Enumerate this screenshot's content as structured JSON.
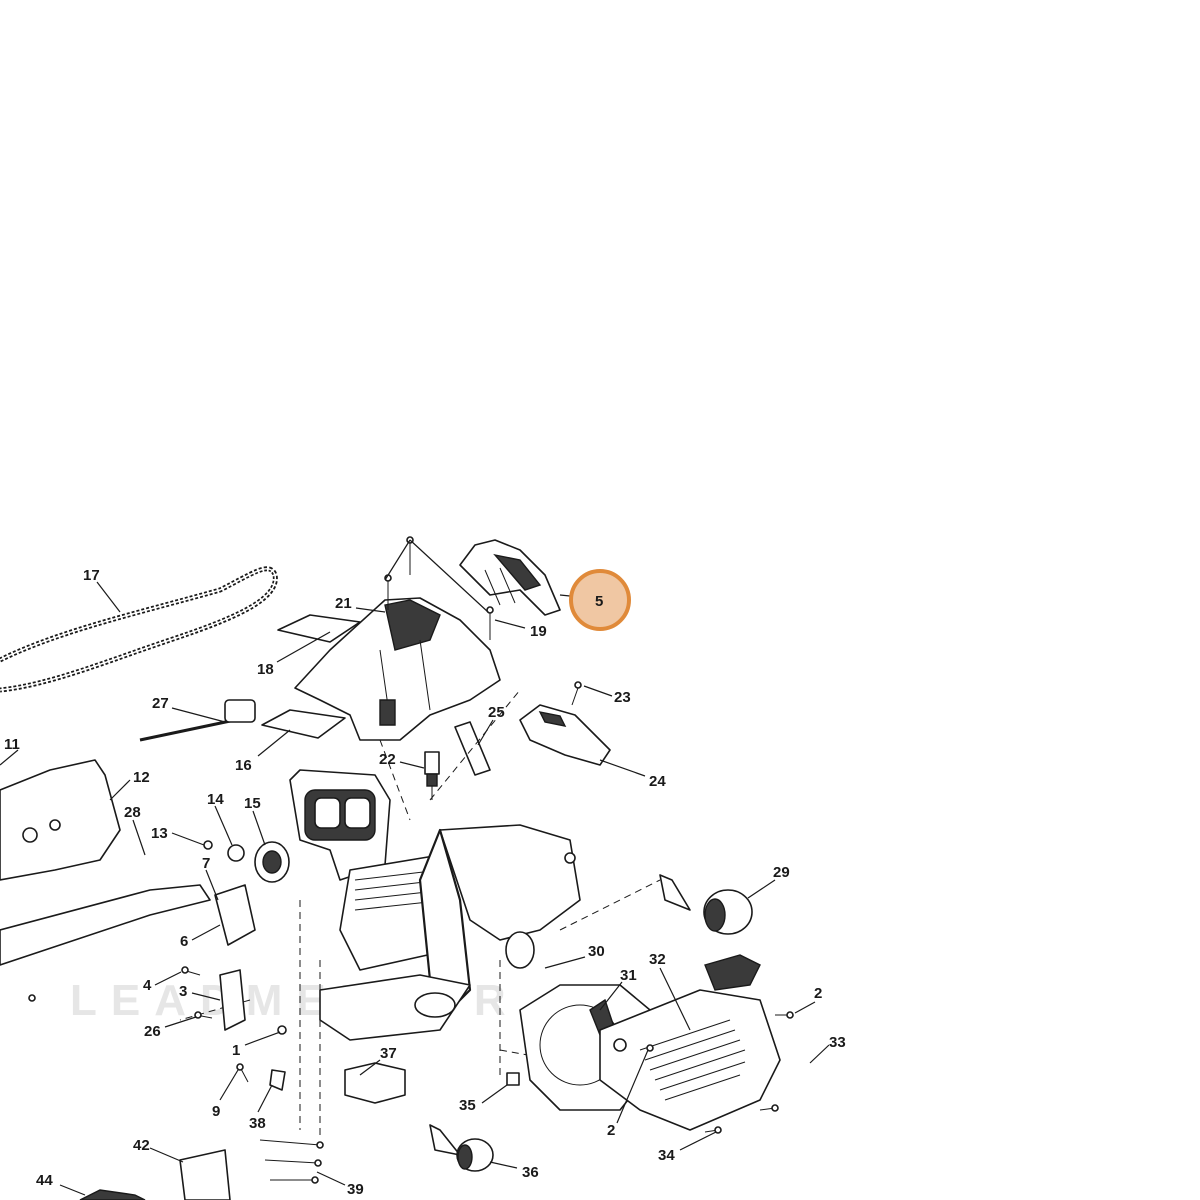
{
  "diagram": {
    "watermark_text": "LEADMENTOR",
    "highlighted_callout": "5",
    "highlight_colors": {
      "fill": "#f0c7a3",
      "stroke": "#e08a3a"
    },
    "callouts": {
      "c17": "17",
      "c21": "21",
      "c19": "19",
      "c5": "5",
      "c18": "18",
      "c23": "23",
      "c27": "27",
      "c25": "25",
      "c16": "16",
      "c22": "22",
      "c24": "24",
      "c11": "11",
      "c12": "12",
      "c14": "14",
      "c15": "15",
      "c28": "28",
      "c13": "13",
      "c7": "7",
      "c29": "29",
      "c6": "6",
      "c30": "30",
      "c32": "32",
      "c31": "31",
      "c4": "4",
      "c3": "3",
      "c2a": "2",
      "c33": "33",
      "c26": "26",
      "c1": "1",
      "c37": "37",
      "c9": "9",
      "c38": "38",
      "c35": "35",
      "c2b": "2",
      "c34": "34",
      "c42": "42",
      "c36": "36",
      "c44": "44",
      "c39": "39"
    }
  }
}
